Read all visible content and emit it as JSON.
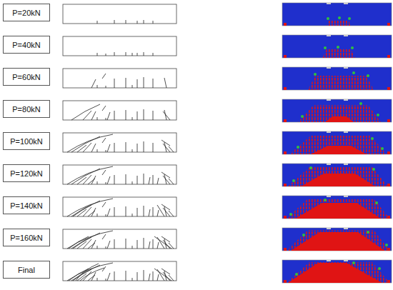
{
  "diagram": {
    "nodes": [
      {
        "text": [
          "P=20kN"
        ]
      },
      {
        "text": [
          "P=40kN"
        ]
      },
      {
        "text": [
          "P=60kN"
        ]
      },
      {
        "text": [
          "P=80kN"
        ]
      },
      {
        "text": [
          "P=100kN"
        ]
      },
      {
        "text": [
          "P=120kN"
        ]
      },
      {
        "text": [
          "P=140kN"
        ]
      },
      {
        "text": [
          "P=160kN"
        ]
      },
      {
        "text": [
          "Final"
        ]
      }
    ]
  }
}
